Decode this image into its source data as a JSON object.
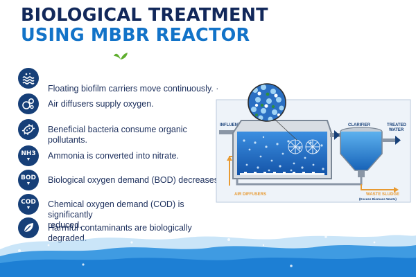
{
  "title": {
    "line1": "BIOLOGICAL TREATMENT",
    "line2": "USING MBBR REACTOR"
  },
  "colors": {
    "navy": "#163f78",
    "title_dark": "#12285a",
    "title_blue": "#1273c8",
    "leaf_green": "#5fae2e",
    "label_orange": "#e89a32",
    "water_blue": "#1d7fd4"
  },
  "features": [
    {
      "icon": "waves-icon",
      "text": "Floating biofilm carriers move continuously.",
      "mark": "·"
    },
    {
      "icon": "bubbles-icon",
      "text": "Air diffusers supply oxygen."
    },
    {
      "icon": "bacteria-icon",
      "text": "Beneficial bacteria consume organic pollutants."
    },
    {
      "icon": "ammonia-icon",
      "symbol": "NH3",
      "text": "Ammonia is converted into nitrate."
    },
    {
      "icon": "bod-icon",
      "symbol": "BOD",
      "text": "Biological oxygen demand (BOD) decreases."
    },
    {
      "icon": "cod-icon",
      "symbol": "COD",
      "text": "Chemical oxygen demand (COD) is significantly\n reduced."
    },
    {
      "icon": "leaf-icon",
      "text": "Harmful contaminants are biologically degraded."
    }
  ],
  "diagram": {
    "influent": "INFLUENT",
    "clarifier": "CLARIFIER",
    "treated_water": [
      "TREATED",
      "WATER"
    ],
    "air_diffusers": "AIR DIFFUSERS",
    "waste_sludge": "WASTE SLUDGE",
    "waste_sludge_note": "(Excess Biomass Waste)"
  }
}
